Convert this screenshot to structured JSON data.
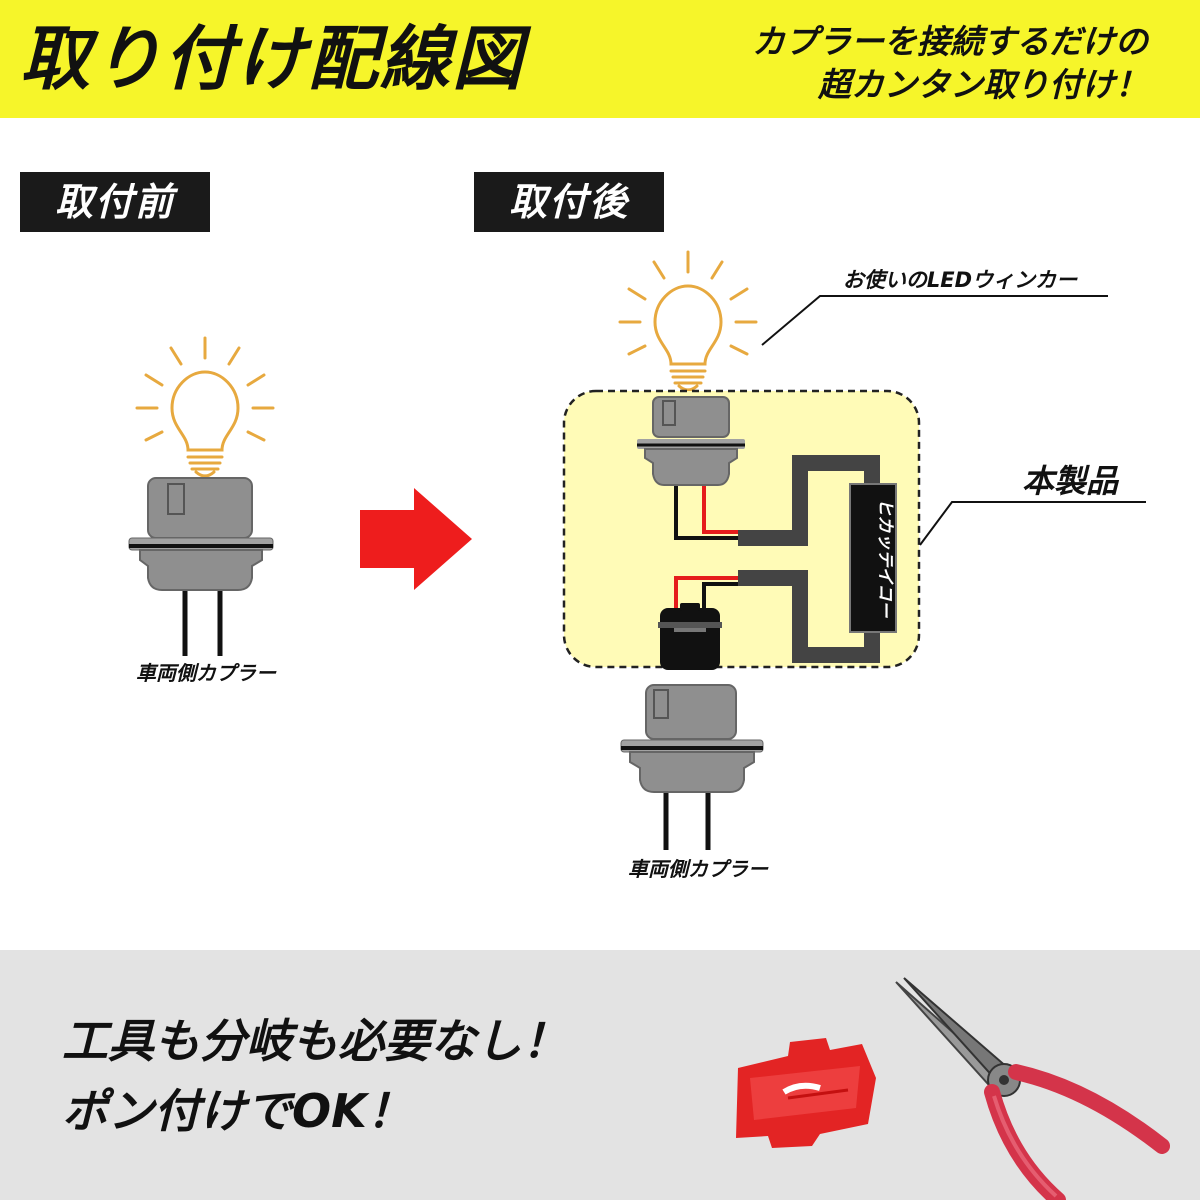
{
  "header": {
    "title": "取り付け配線図",
    "subtitle_line1": "カプラーを接続するだけの",
    "subtitle_line2": "超カンタン取り付け！"
  },
  "before": {
    "label": "取付前",
    "coupler_label": "車両側カプラー"
  },
  "after": {
    "label": "取付後",
    "led_label": "お使いのLEDウィンカー",
    "product_label": "本製品",
    "module_text": "ヒカッテイコー",
    "coupler_label": "車両側カプラー"
  },
  "footer": {
    "line1": "工具も分岐も必要なし！",
    "line2": "ポン付けでOK！"
  },
  "colors": {
    "header_bg": "#f6f52a",
    "box_fill": "#fffbb7",
    "arrow": "#ee1d1d",
    "coupler": "#8f8f8f",
    "bulb": "#e7a93f",
    "footer_bg": "#e3e3e3"
  },
  "icons": [
    "light-bulb-icon",
    "arrow-right-icon",
    "wire-connector-icon",
    "pliers-icon"
  ]
}
